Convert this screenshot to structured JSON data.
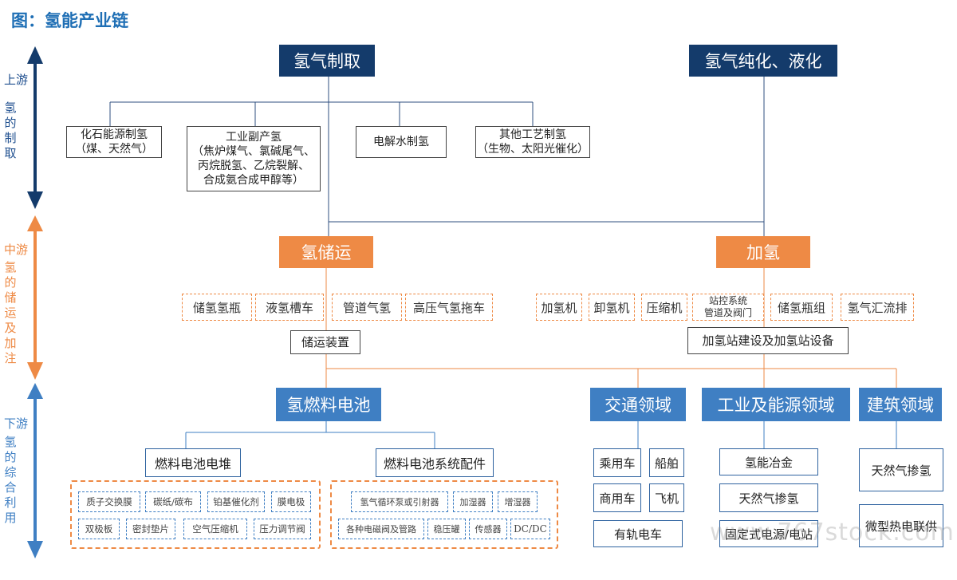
{
  "title": "图：氢能产业链",
  "side": {
    "upstream": {
      "head": "上游",
      "chars": [
        "氢",
        "的",
        "制",
        "取"
      ],
      "color": "#1f4f8f"
    },
    "midstream": {
      "head": "中游",
      "chars": [
        "氢",
        "的",
        "储",
        "运",
        "及",
        "加",
        "注"
      ],
      "color": "#ee8a45"
    },
    "downstream": {
      "head": "下游",
      "chars": [
        "氢",
        "的",
        "综",
        "合",
        "利",
        "用"
      ],
      "color": "#3f7fc3"
    }
  },
  "upstream": {
    "production": "氢气制取",
    "purification": "氢气纯化、液化",
    "methods": [
      "化石能源制氢\n（煤、天然气）",
      "工业副产氢\n（焦炉煤气、氯碱尾气、\n丙烷脱氢、乙烷裂解、\n合成氨合成甲醇等）",
      "电解水制氢",
      "其他工艺制氢\n（生物、太阳光催化）"
    ]
  },
  "midstream": {
    "storage": "氢储运",
    "refuel": "加氢",
    "storage_items": [
      "储氢氢瓶",
      "液氢槽车",
      "管道气氢",
      "高压气氢拖车"
    ],
    "refuel_items": [
      "加氢机",
      "卸氢机",
      "压缩机",
      "站控系统\n管道及阀门",
      "储氢瓶组",
      "氢气汇流排"
    ],
    "storage_device": "储运装置",
    "station": "加氢站建设及加氢站设备"
  },
  "downstream": {
    "fuel_cell": "氢燃料电池",
    "stack": "燃料电池电堆",
    "system": "燃料电池系统配件",
    "stack_parts": [
      "质子交换膜",
      "碳纸/碳布",
      "铂基催化剂",
      "膜电极",
      "双极板",
      "密封垫片",
      "空气压缩机",
      "压力调节阀"
    ],
    "system_parts": [
      "氢气循环泵或引射器",
      "加湿器",
      "增湿器",
      "各种电磁阀及管路",
      "稳压罐",
      "传感器",
      "DC/DC"
    ],
    "transport": "交通领域",
    "transport_items": [
      "乘用车",
      "船舶",
      "商用车",
      "飞机",
      "有轨电车"
    ],
    "industry": "工业及能源领域",
    "industry_items": [
      "氢能冶金",
      "天然气掺氢",
      "固定式电源/电站"
    ],
    "building": "建筑领域",
    "building_items": [
      "天然气掺氢",
      "微型热电联供"
    ]
  },
  "watermark": "www.767stock.com"
}
